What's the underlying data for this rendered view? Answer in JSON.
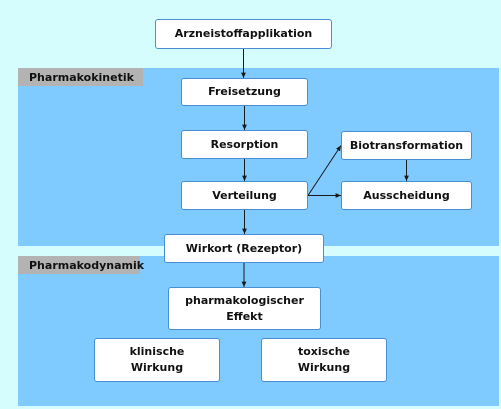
{
  "sections": {
    "pharmakokinetik": "Pharmakokinetik",
    "pharmakodynamik": "Pharmakodynamik"
  },
  "nodes": {
    "arzneistoffapplikation": "Arzneistoffapplikation",
    "freisetzung": "Freisetzung",
    "resorption": "Resorption",
    "verteilung": "Verteilung",
    "biotransformation": "Biotransformation",
    "ausscheidung": "Ausscheidung",
    "wirkort": "Wirkort (Rezeptor)",
    "effekt": "pharmakologischer\nEffekt",
    "klinisch": "klinische\nWirkung",
    "toxisch": "toxische\nWirkung"
  },
  "edges": [
    [
      "arzneistoffapplikation",
      "freisetzung"
    ],
    [
      "freisetzung",
      "resorption"
    ],
    [
      "resorption",
      "verteilung"
    ],
    [
      "verteilung",
      "biotransformation"
    ],
    [
      "verteilung",
      "ausscheidung"
    ],
    [
      "biotransformation",
      "ausscheidung"
    ],
    [
      "verteilung",
      "wirkort"
    ],
    [
      "wirkort",
      "effekt"
    ]
  ],
  "colors": {
    "background": "#d6fdfd",
    "panel": "#7fcaff",
    "label_bg": "#b3b3b3",
    "node_border": "#4a8fd6",
    "edge": "#1a1a1a"
  }
}
